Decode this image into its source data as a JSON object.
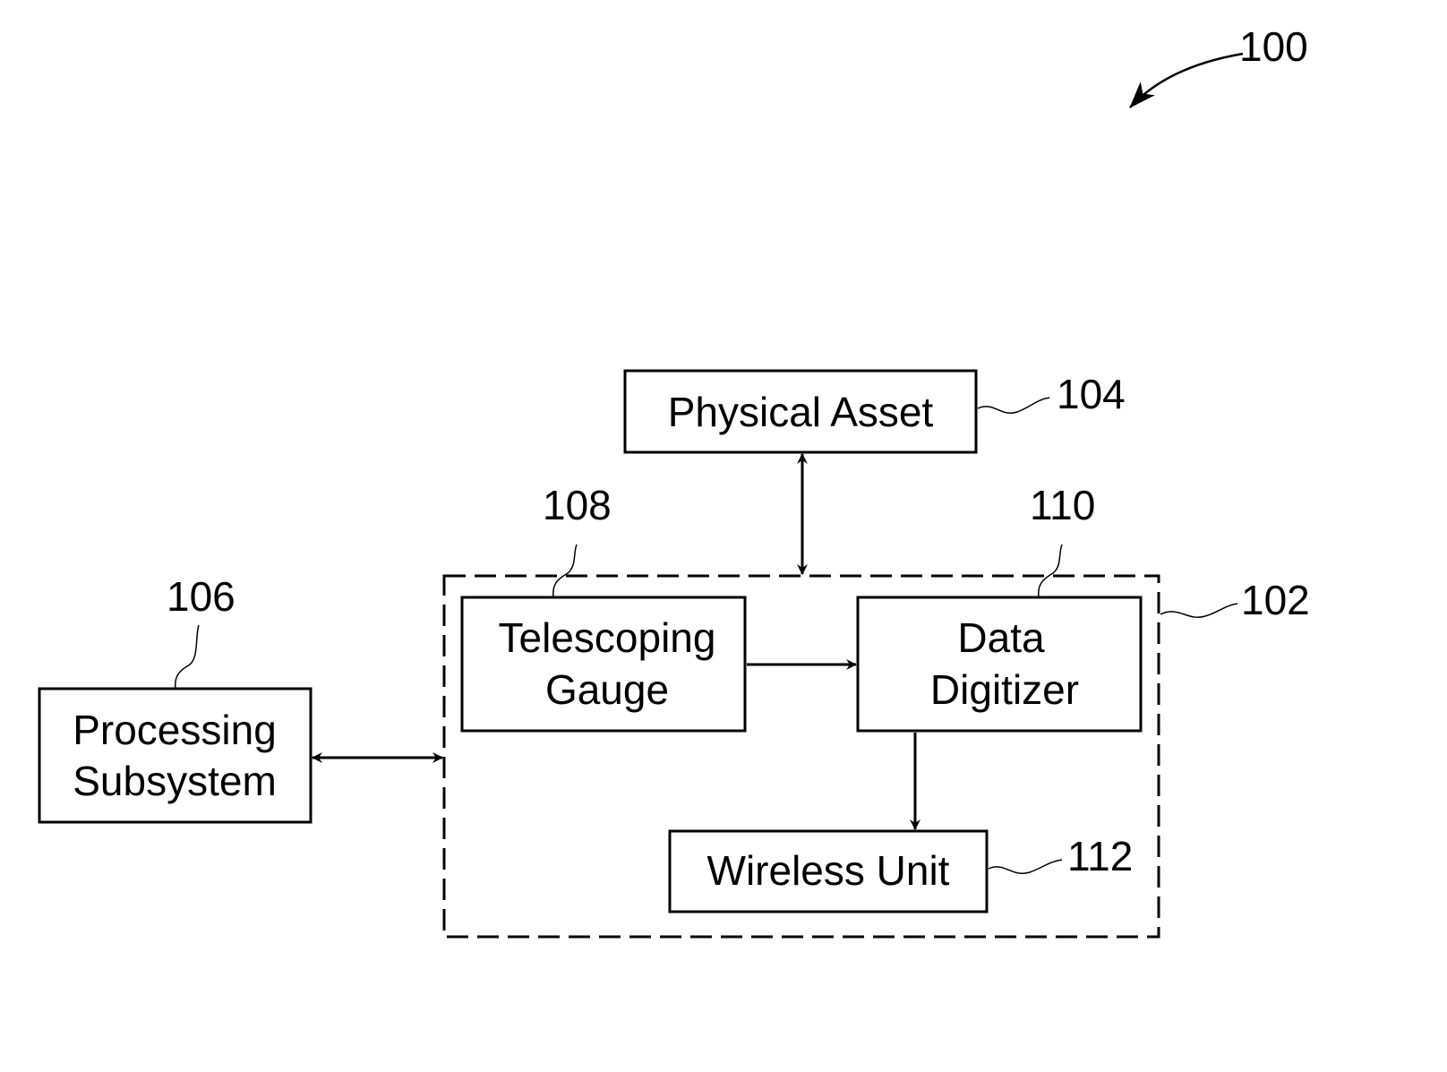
{
  "figure": {
    "ref": "100"
  },
  "blocks": {
    "physical_asset": {
      "label": "Physical Asset",
      "ref": "104"
    },
    "telescoping_gauge": {
      "lines": [
        "Telescoping",
        "Gauge"
      ],
      "ref": "108"
    },
    "data_digitizer": {
      "lines": [
        "Data",
        "Digitizer"
      ],
      "ref": "110"
    },
    "wireless_unit": {
      "label": "Wireless Unit",
      "ref": "112"
    },
    "processing_subsystem": {
      "lines": [
        "Processing",
        "Subsystem"
      ],
      "ref": "106"
    },
    "sensor_unit": {
      "ref": "102"
    }
  }
}
